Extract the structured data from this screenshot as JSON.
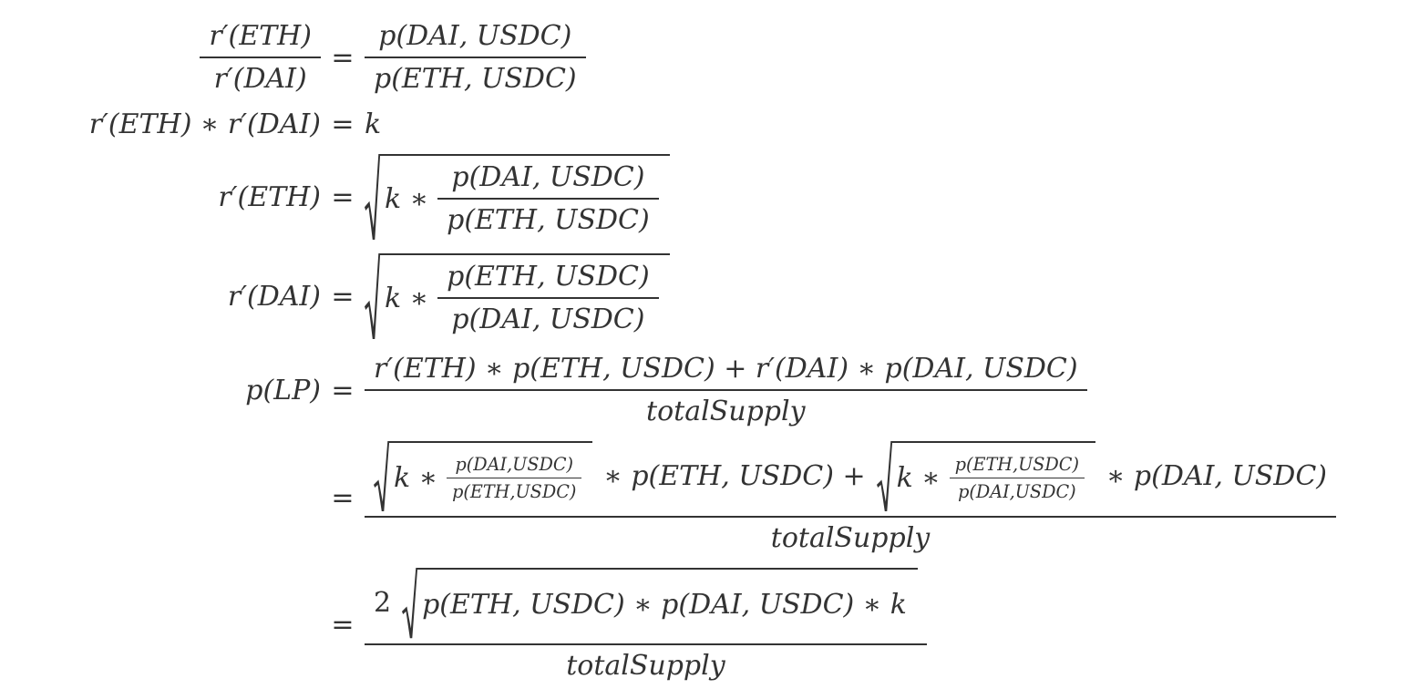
{
  "page": {
    "background": "#ffffff",
    "text_color": "#333333"
  },
  "equations": {
    "line1": {
      "lhs": {
        "num": "r′(ETH)",
        "den": "r′(DAI)"
      },
      "rel": "=",
      "rhs": {
        "num": "p(DAI, USDC)",
        "den": "p(ETH, USDC)"
      }
    },
    "line2": {
      "lhs": "r′(ETH) ∗ r′(DAI)",
      "rel": "=",
      "rhs": "k"
    },
    "line3": {
      "lhs": "r′(ETH)",
      "rel": "=",
      "sqrt_prefix": "k ∗",
      "frac_num": "p(DAI, USDC)",
      "frac_den": "p(ETH, USDC)"
    },
    "line4": {
      "lhs": "r′(DAI)",
      "rel": "=",
      "sqrt_prefix": "k ∗",
      "frac_num": "p(ETH, USDC)",
      "frac_den": "p(DAI, USDC)"
    },
    "line5": {
      "lhs": "p(LP)",
      "rel": "=",
      "num": "r′(ETH) ∗ p(ETH, USDC) + r′(DAI) ∗ p(DAI, USDC)",
      "den": "totalSupply"
    },
    "line6": {
      "rel": "=",
      "sqrt1_prefix": "k ∗",
      "sqrt1_num": "p(DAI,USDC)",
      "sqrt1_den": "p(ETH,USDC)",
      "after_sqrt1": "∗ p(ETH, USDC) +",
      "sqrt2_prefix": "k ∗",
      "sqrt2_num": "p(ETH,USDC)",
      "sqrt2_den": "p(DAI,USDC)",
      "after_sqrt2": "∗ p(DAI, USDC)",
      "den": "totalSupply"
    },
    "line7": {
      "rel": "=",
      "coefficient": "2",
      "sqrt_content": "p(ETH, USDC) ∗ p(DAI, USDC) ∗ k",
      "den": "totalSupply"
    }
  }
}
